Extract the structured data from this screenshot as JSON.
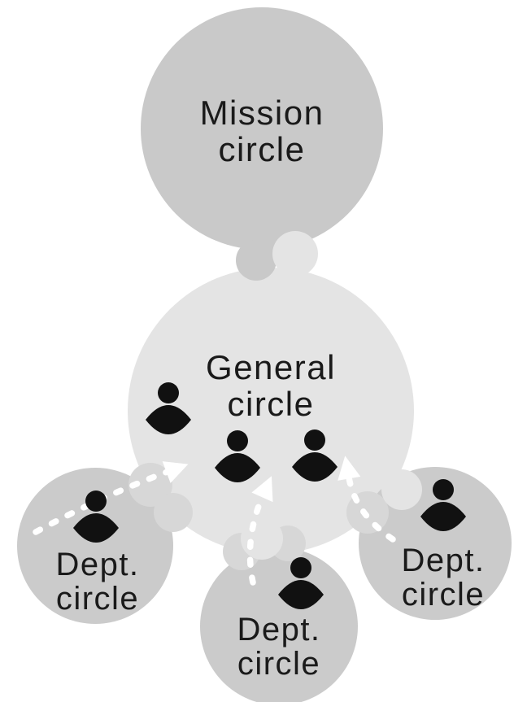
{
  "diagram": {
    "background": "#ffffff",
    "colors": {
      "mission_fill": "#c9c9c9",
      "general_fill": "#e4e4e4",
      "dept_fill": "#cbcbcb",
      "connector_fill": "#d7d7d7",
      "arrow": "#ffffff",
      "person": "#111111",
      "text": "#1a1a1a"
    },
    "circles": {
      "mission": {
        "label_lines": [
          "Mission",
          "circle"
        ]
      },
      "general": {
        "label_lines": [
          "General",
          "circle"
        ]
      },
      "dept_left": {
        "label_lines": [
          "Dept.",
          "circle"
        ]
      },
      "dept_middle": {
        "label_lines": [
          "Dept.",
          "circle"
        ]
      },
      "dept_right": {
        "label_lines": [
          "Dept.",
          "circle"
        ]
      }
    },
    "members": {
      "general_count": 3,
      "dept_left_count": 1,
      "dept_middle_count": 1,
      "dept_right_count": 1
    },
    "arrows": {
      "count": 3,
      "from": "dept circles",
      "to": "general circle"
    }
  }
}
